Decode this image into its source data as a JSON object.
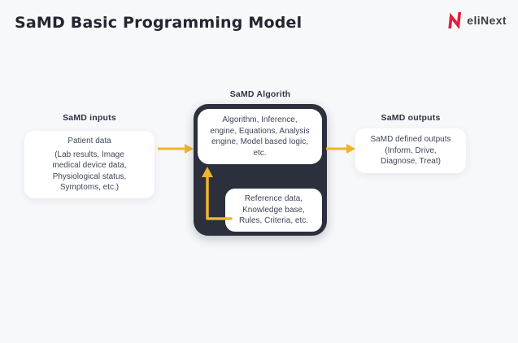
{
  "header": {
    "title": "SaMD Basic Programming Model",
    "logo": {
      "brand": "eliNext",
      "icon": "elinext-n-monogram",
      "accent_color": "#e41e3f"
    }
  },
  "diagram": {
    "colors": {
      "arrow_yellow": "#f0b42c",
      "algorithm_panel_dark": "#2b303c",
      "card_white": "#ffffff",
      "canvas_background": "#f7f8fa",
      "text_dark": "#3f4759"
    },
    "inputs": {
      "label": "SaMD inputs",
      "card_title": "Patient data",
      "card_lines": [
        "(Lab results, Image",
        "medical device data,",
        "Physiological status,",
        "Symptoms, etc.)"
      ]
    },
    "algorithm": {
      "label": "SaMD Algorith",
      "engine_card_lines": [
        "Algorithm, Inference,",
        "engine, Equations, Analysis",
        "engine, Model based logic,",
        "etc."
      ],
      "reference_card_lines": [
        "Reference data,",
        "Knowledge base,",
        "Rules, Criteria, etc."
      ]
    },
    "outputs": {
      "label": "SaMD outputs",
      "card_lines": [
        "SaMD defined outputs",
        "(Inform, Drive,",
        "Diagnose, Treat)"
      ]
    }
  }
}
